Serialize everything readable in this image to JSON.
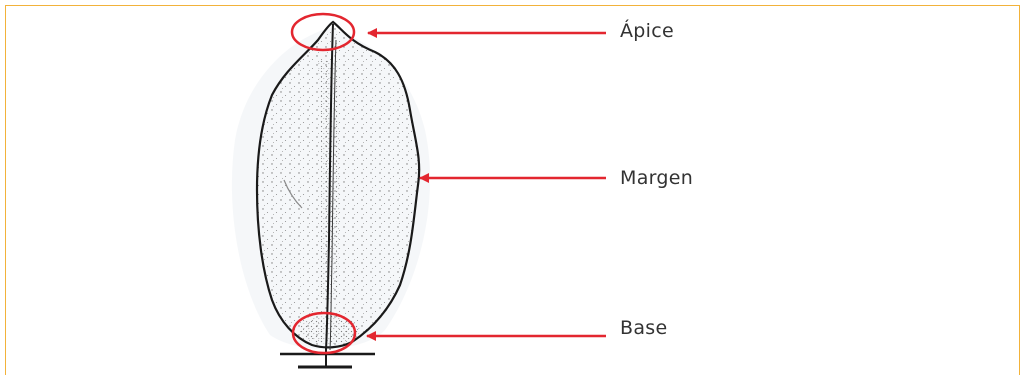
{
  "diagram": {
    "labels": {
      "apex": "Ápice",
      "margin": "Margen",
      "base": "Base"
    },
    "colors": {
      "frame_border": "#f2b23a",
      "annotation": "#e3262f",
      "outline": "#1a1a1a",
      "text": "#333333"
    },
    "subject": "leaf-drawing"
  }
}
